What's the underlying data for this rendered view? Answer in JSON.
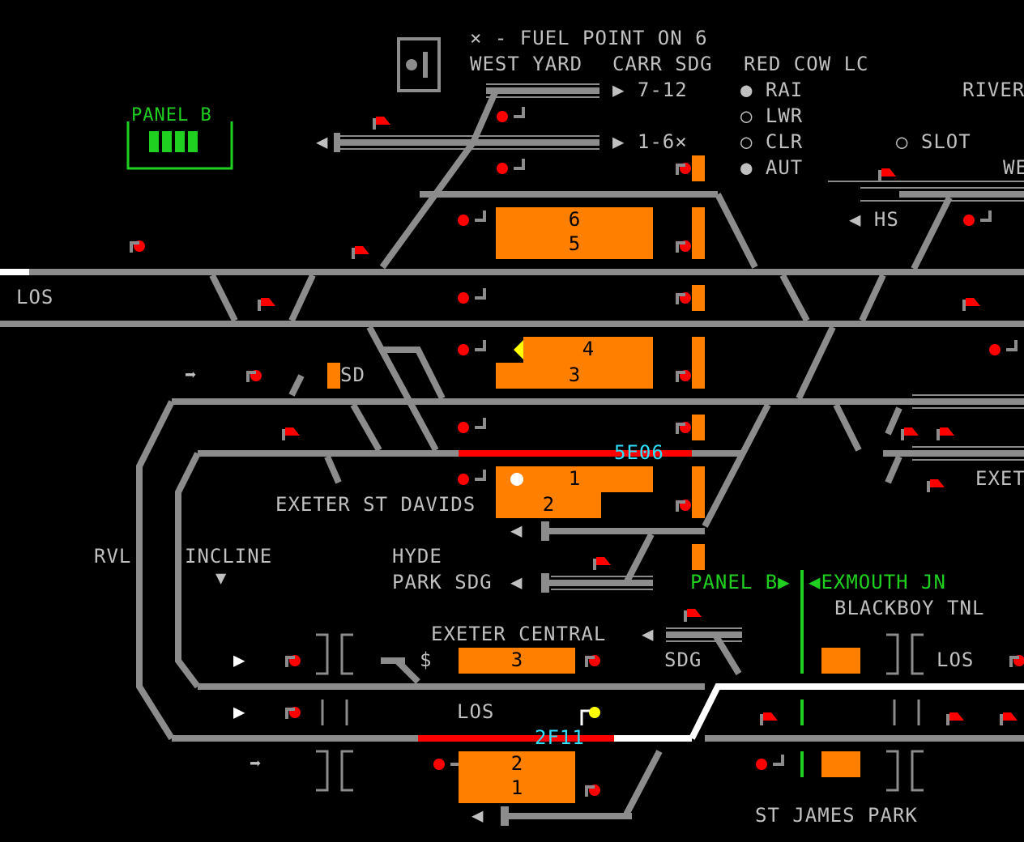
{
  "legend": {
    "fuel_point": "× - FUEL POINT ON 6",
    "red_cow_lc": "RED COW LC",
    "rai": "RAI",
    "lwr": "LWR",
    "clr": "CLR",
    "aut": "AUT",
    "slot": "SLOT"
  },
  "labels": {
    "west_yard": "WEST YARD",
    "carr_sdg": "CARR SDG",
    "roads_7_12": "7-12",
    "roads_1_6": "1-6×",
    "river": "RIVER",
    "we_partial": "WE",
    "hs": "HS",
    "los_1": "LOS",
    "sd": "SD",
    "exeter_st_davids": "EXETER ST DAVIDS",
    "exet_partial": "EXET",
    "rvl": "RVL",
    "incline": "INCLINE",
    "hyde": "HYDE",
    "park_sdg": "PARK SDG",
    "exmouth_jn": "EXMOUTH JN",
    "blackboy_tnl": "BLACKBOY TNL",
    "exeter_central": "EXETER CENTRAL",
    "dollar": "$",
    "sdg": "SDG",
    "los_2": "LOS",
    "los_3": "LOS",
    "st_james_park": "ST JAMES PARK"
  },
  "panel_b_box": {
    "title": "PANEL B"
  },
  "panel_b_link": {
    "label": "PANEL B"
  },
  "platforms": {
    "p6": "6",
    "p5": "5",
    "p4": "4",
    "p3": "3",
    "p1": "1",
    "p2": "2",
    "central_3": "3",
    "central_2": "2",
    "central_1": "1"
  },
  "train_descriptions": {
    "td_5e06": "5E06",
    "td_2f11": "2F11"
  },
  "colors": {
    "track": "#8c8c8c",
    "platform": "#ff8000",
    "occupied": "#ff0000",
    "set_route": "#ffffff",
    "signal_red": "#ff0000",
    "signal_yellow": "#ffff00",
    "berth_text": "#30e0ff",
    "panel_link": "#20d020",
    "label_text": "#c0c0c0"
  }
}
